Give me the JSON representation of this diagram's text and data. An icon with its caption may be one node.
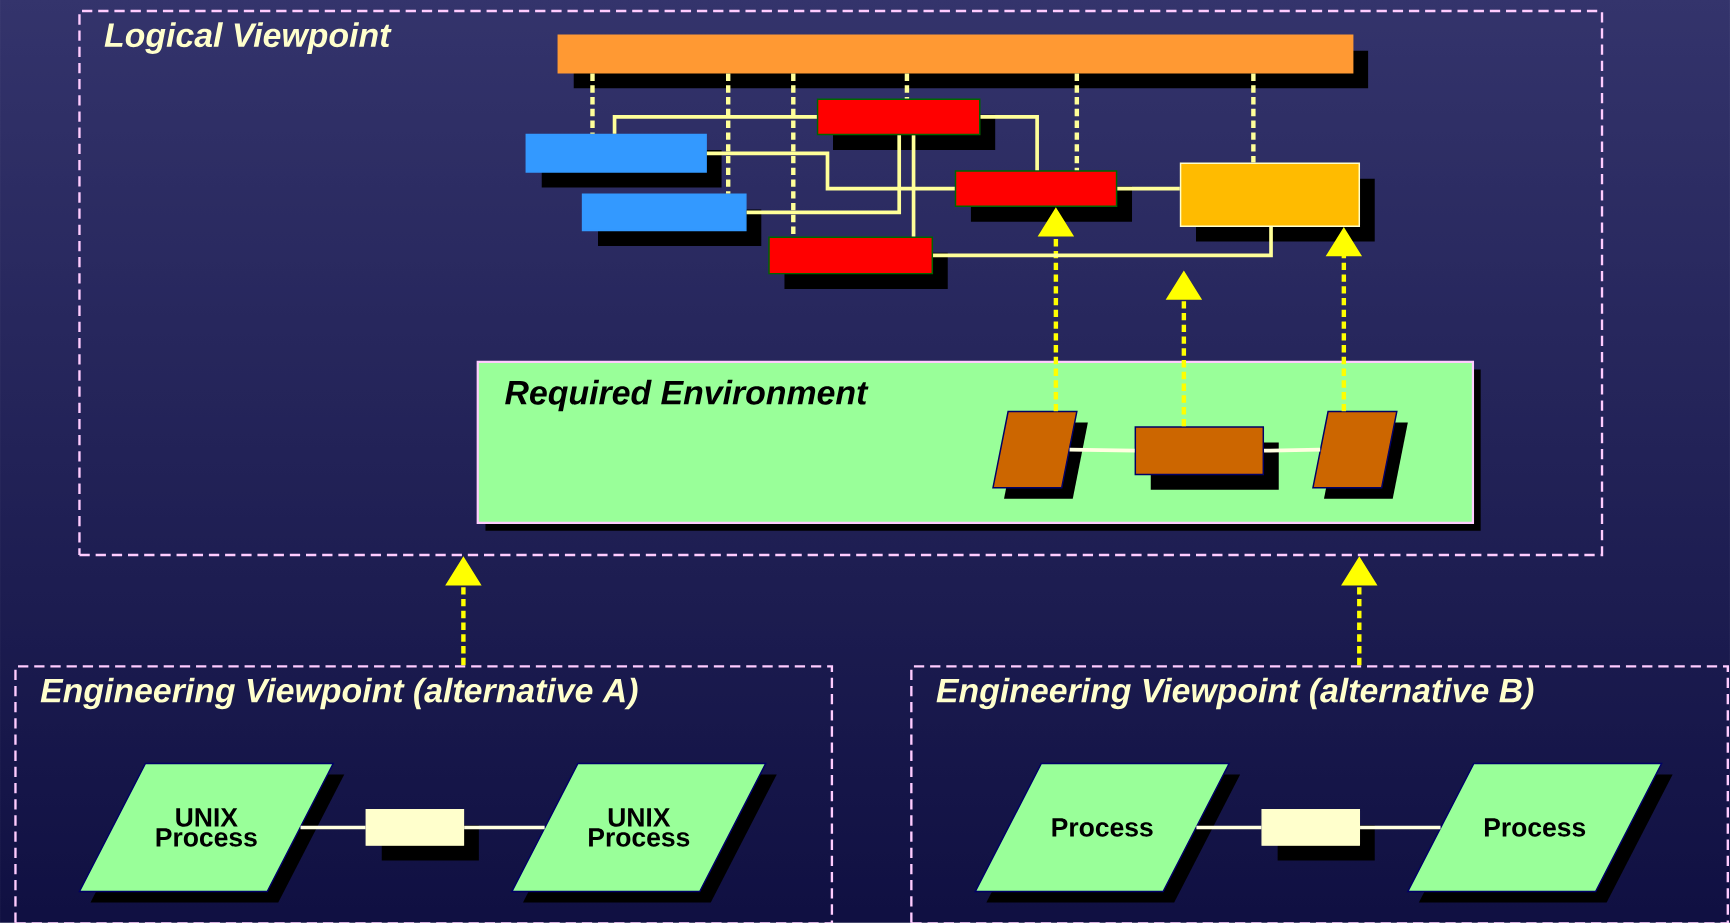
{
  "diagram": {
    "nodes": [
      {
        "text": [
          "Logical Viewpoint"
        ]
      },
      {
        "text": [],
        "shape": "bar",
        "in": 0
      },
      {
        "text": [],
        "shape": "box",
        "in": 0
      },
      {
        "text": [],
        "shape": "box",
        "in": 0
      },
      {
        "text": [],
        "shape": "box",
        "in": 0
      },
      {
        "text": [],
        "shape": "box",
        "in": 0
      },
      {
        "text": [],
        "shape": "box",
        "in": 0
      },
      {
        "text": [],
        "shape": "box",
        "in": 0
      },
      {
        "text": [
          "Required Environment"
        ],
        "in": 0
      },
      {
        "text": [],
        "shape": "parallelogram",
        "in": 8
      },
      {
        "text": [],
        "shape": "box",
        "in": 8
      },
      {
        "text": [],
        "shape": "parallelogram",
        "in": 8
      },
      {
        "text": [
          "Engineering Viewpoint (alternative A)"
        ]
      },
      {
        "text": [
          "UNIX Process"
        ],
        "in": 12
      },
      {
        "text": [],
        "shape": "box",
        "in": 12
      },
      {
        "text": [
          "UNIX Process"
        ],
        "in": 12
      },
      {
        "text": [
          "Engineering Viewpoint (alternative B)"
        ]
      },
      {
        "text": [
          "Process"
        ],
        "in": 16
      },
      {
        "text": [],
        "shape": "box",
        "in": 16
      },
      {
        "text": [
          "Process"
        ],
        "in": 16
      }
    ],
    "edges": [
      {
        "from": 12,
        "to": 0,
        "arrow": "to",
        "style": "dashed",
        "color": "#ffff00"
      },
      {
        "from": 16,
        "to": 0,
        "arrow": "to",
        "style": "dashed",
        "color": "#ffff00"
      },
      {
        "from": 9,
        "to": 4,
        "arrow": "to",
        "style": "dashed",
        "color": "#ffff00"
      },
      {
        "from": 10,
        "to": null,
        "arrow": "to",
        "style": "dashed",
        "color": "#ffff00"
      },
      {
        "from": 11,
        "to": 5,
        "arrow": "to",
        "style": "dashed",
        "color": "#ffff00"
      },
      {
        "from": 9,
        "to": 10,
        "arrow": "none",
        "color": "#ffffe0"
      },
      {
        "from": 10,
        "to": 11,
        "arrow": "none",
        "color": "#ffffe0"
      },
      {
        "from": 13,
        "to": 14,
        "arrow": "none",
        "color": "#ffffe0"
      },
      {
        "from": 14,
        "to": 15,
        "arrow": "none",
        "color": "#ffffe0"
      },
      {
        "from": 17,
        "to": 18,
        "arrow": "none",
        "color": "#ffffe0"
      },
      {
        "from": 18,
        "to": 19,
        "arrow": "none",
        "color": "#ffffe0"
      },
      {
        "from": 1,
        "to": 3,
        "arrow": "none",
        "style": "dashed"
      },
      {
        "from": 1,
        "to": 6,
        "arrow": "none",
        "style": "dashed"
      },
      {
        "from": 1,
        "to": 7,
        "arrow": "none",
        "style": "dashed"
      },
      {
        "from": 1,
        "to": 2,
        "arrow": "none",
        "style": "dashed"
      },
      {
        "from": 1,
        "to": 4,
        "arrow": "none",
        "style": "dashed"
      },
      {
        "from": 1,
        "to": 5,
        "arrow": "none",
        "style": "dashed"
      },
      {
        "from": 3,
        "to": 2,
        "arrow": "none"
      },
      {
        "from": 3,
        "to": 4,
        "arrow": "none"
      },
      {
        "from": 6,
        "to": 2,
        "arrow": "none"
      },
      {
        "from": 2,
        "to": 4,
        "arrow": "none"
      },
      {
        "from": 4,
        "to": 5,
        "arrow": "none"
      },
      {
        "from": 7,
        "to": 5,
        "arrow": "none"
      },
      {
        "from": 7,
        "to": 2,
        "arrow": "none"
      }
    ]
  }
}
